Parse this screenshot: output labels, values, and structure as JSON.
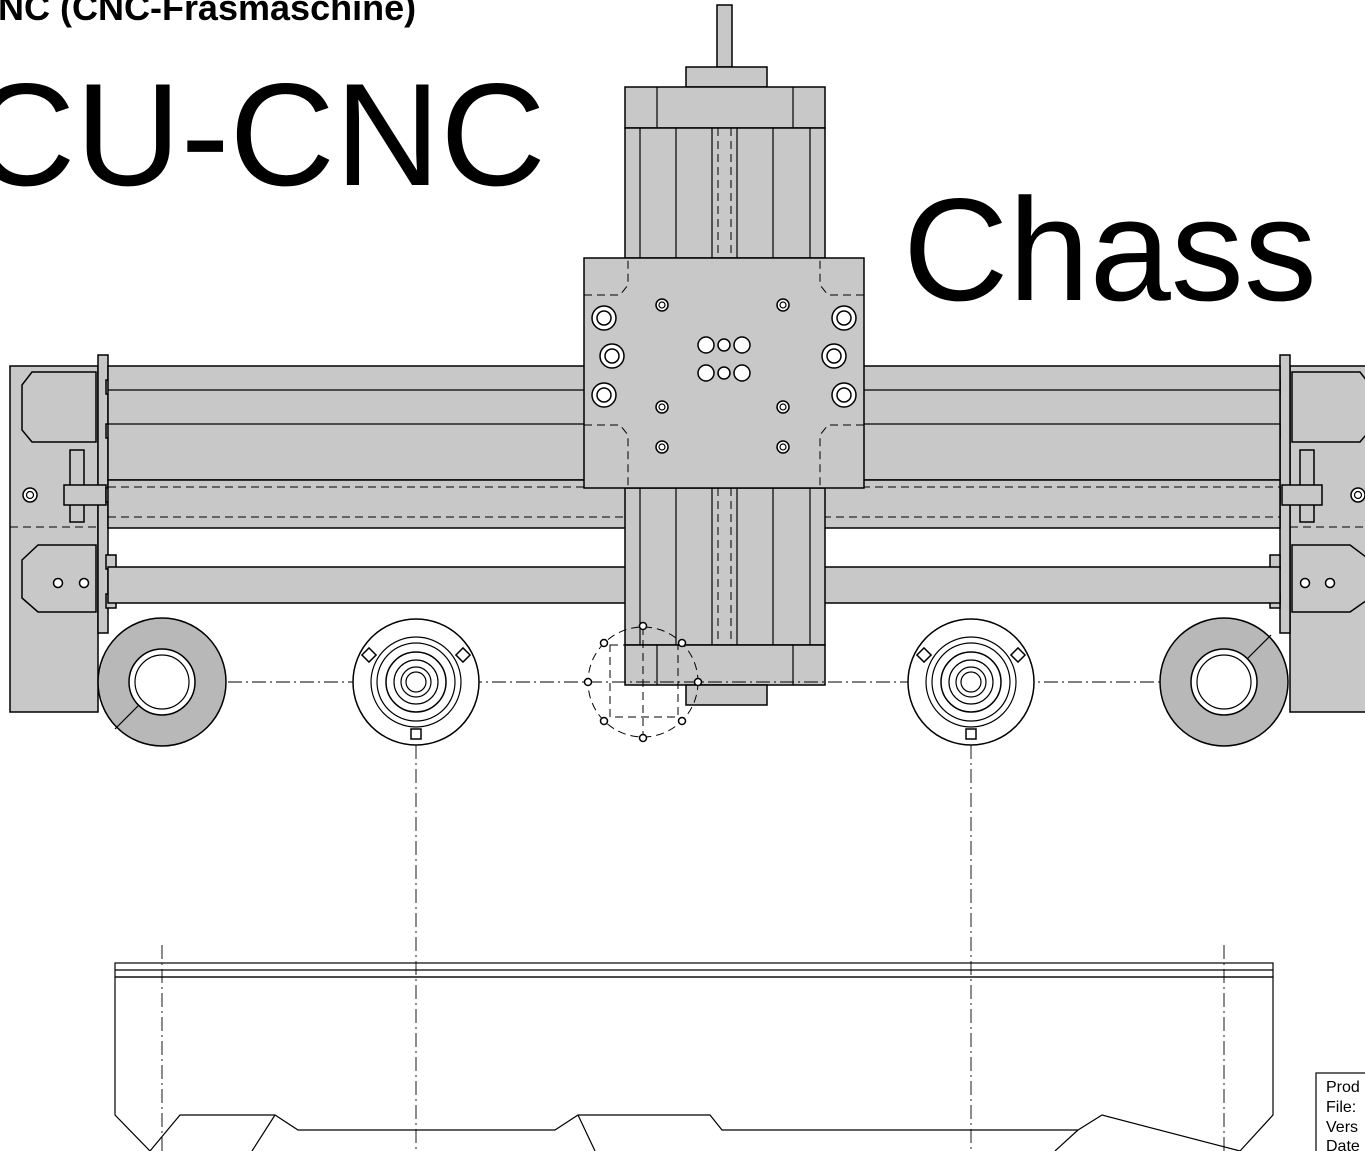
{
  "drawing": {
    "subtitle": "NC (CNC-Fräsmaschine)",
    "title": "CU-CNC",
    "label_right": "Chass"
  },
  "title_block": {
    "rows": [
      "Prod",
      "File:",
      "Vers",
      "Date"
    ]
  },
  "colors": {
    "part_fill": "#c8c8c8",
    "line": "#000000",
    "background": "#ffffff"
  }
}
